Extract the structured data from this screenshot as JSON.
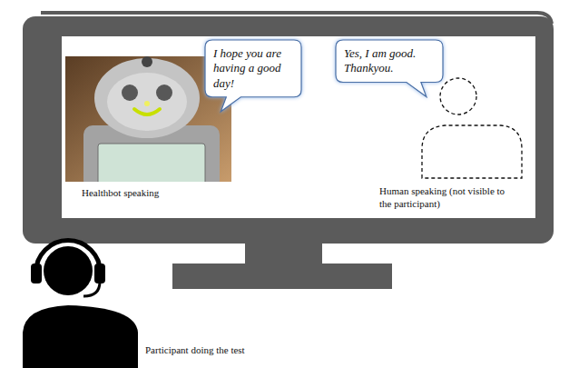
{
  "diagram": {
    "nodes": [
      {
        "text": [
          "I hope you are having a good day!"
        ]
      },
      {
        "text": [
          "Yes, I am good. Thankyou."
        ]
      }
    ],
    "labels": [
      "Healthbot speaking",
      "Human speaking (not visible to the participant)",
      "Participant doing the test"
    ]
  }
}
